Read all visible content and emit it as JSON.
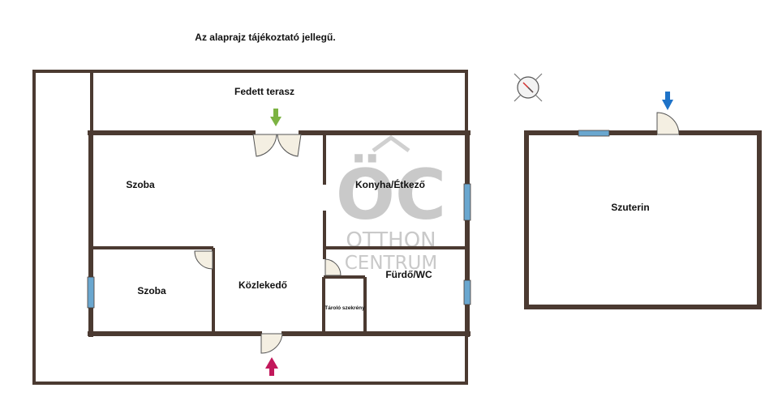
{
  "header": {
    "note": "Az alaprajz tájékoztató jellegű."
  },
  "rooms": {
    "terrace": "Fedett terasz",
    "room_large": "Szoba",
    "kitchen": "Konyha/Étkező",
    "room_small": "Szoba",
    "hallway": "Közlekedő",
    "storage": "Tároló szekrény",
    "bathroom": "Fürdő/WC",
    "basement": "Szuterin"
  },
  "watermark": {
    "line1": "OTTHON",
    "line2": "CENTRUM"
  },
  "colors": {
    "wall": "#4b3a31",
    "window": "#6aa7cf",
    "arrow_terrace": "#7cb342",
    "arrow_entrance": "#c2185b",
    "arrow_basement": "#1e73c8",
    "door_fill": "#f4efe2"
  },
  "icons": {
    "compass": "compass-icon"
  }
}
